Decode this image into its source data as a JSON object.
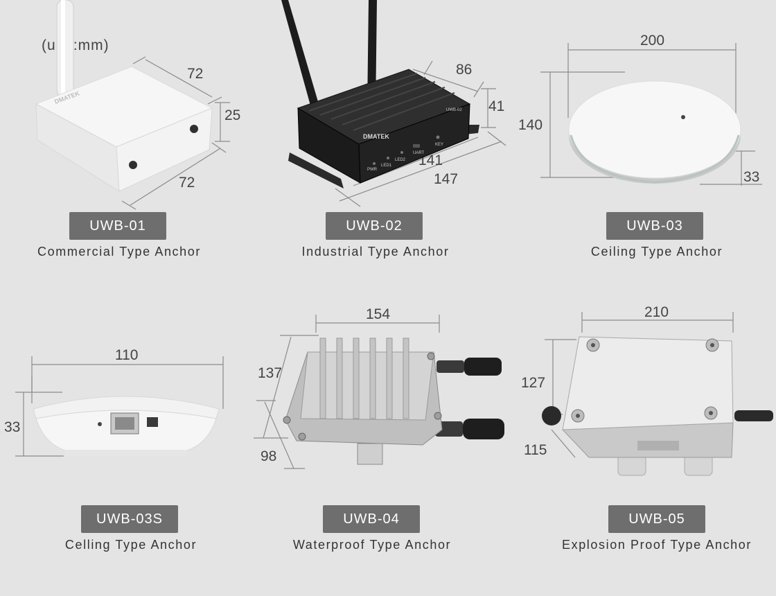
{
  "unit_note": "(unit:mm)",
  "products": [
    {
      "model": "UWB-01",
      "caption": "Commercial Type Anchor",
      "dims": [
        "72",
        "25",
        "72"
      ],
      "logo": "DMATEK"
    },
    {
      "model": "UWB-02",
      "caption": "Industrial Type Anchor",
      "dims": [
        "86",
        "41",
        "141",
        "147"
      ],
      "logo": "DMATEK",
      "labels": [
        "PWR",
        "LED1",
        "LED2",
        "UART",
        "KEY",
        "UWB-02"
      ]
    },
    {
      "model": "UWB-03",
      "caption": "Ceiling Type Anchor",
      "dims": [
        "200",
        "140",
        "33"
      ]
    },
    {
      "model": "UWB-03S",
      "caption": "Celling Type Anchor",
      "dims": [
        "110",
        "33"
      ]
    },
    {
      "model": "UWB-04",
      "caption": "Waterproof Type Anchor",
      "dims": [
        "154",
        "137",
        "98"
      ]
    },
    {
      "model": "UWB-05",
      "caption": "Explosion Proof Type Anchor",
      "dims": [
        "210",
        "127",
        "115"
      ]
    }
  ],
  "colors": {
    "background": "#e4e4e4",
    "badge": "#6e6e6e",
    "badge_text": "#ffffff"
  }
}
